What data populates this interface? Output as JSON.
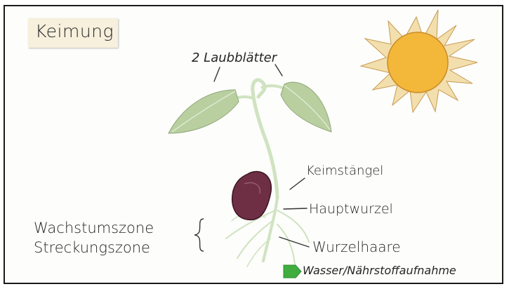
{
  "title": "Keimung",
  "labels": {
    "leaves": "2 Laubblätter",
    "stem": "Keimstängel",
    "main_root": "Hauptwurzel",
    "root_hairs": "Wurzelhaare",
    "zone_growth": "Wachstumszone",
    "zone_stretch": "Streckungszone",
    "water_uptake": "Wasser/Nährstoffaufnahme"
  },
  "colors": {
    "sun_fill": "#f3b73a",
    "sun_rays": "#f2dfad",
    "leaf": "#b9cfa0",
    "stem": "#cfe3c1",
    "bean": "#6e2f45",
    "arrow": "#3fae3f"
  }
}
